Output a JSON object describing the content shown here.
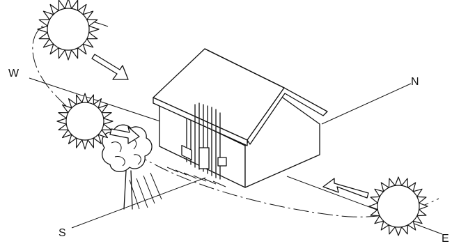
{
  "labels": {
    "west": "W",
    "north": "N",
    "south": "S",
    "east": "E"
  },
  "suns": [
    {
      "name": "sun-morning-top"
    },
    {
      "name": "sun-midday-left"
    },
    {
      "name": "sun-evening-right"
    }
  ],
  "colors": {
    "ink": "#111111",
    "background": "#ffffff"
  }
}
